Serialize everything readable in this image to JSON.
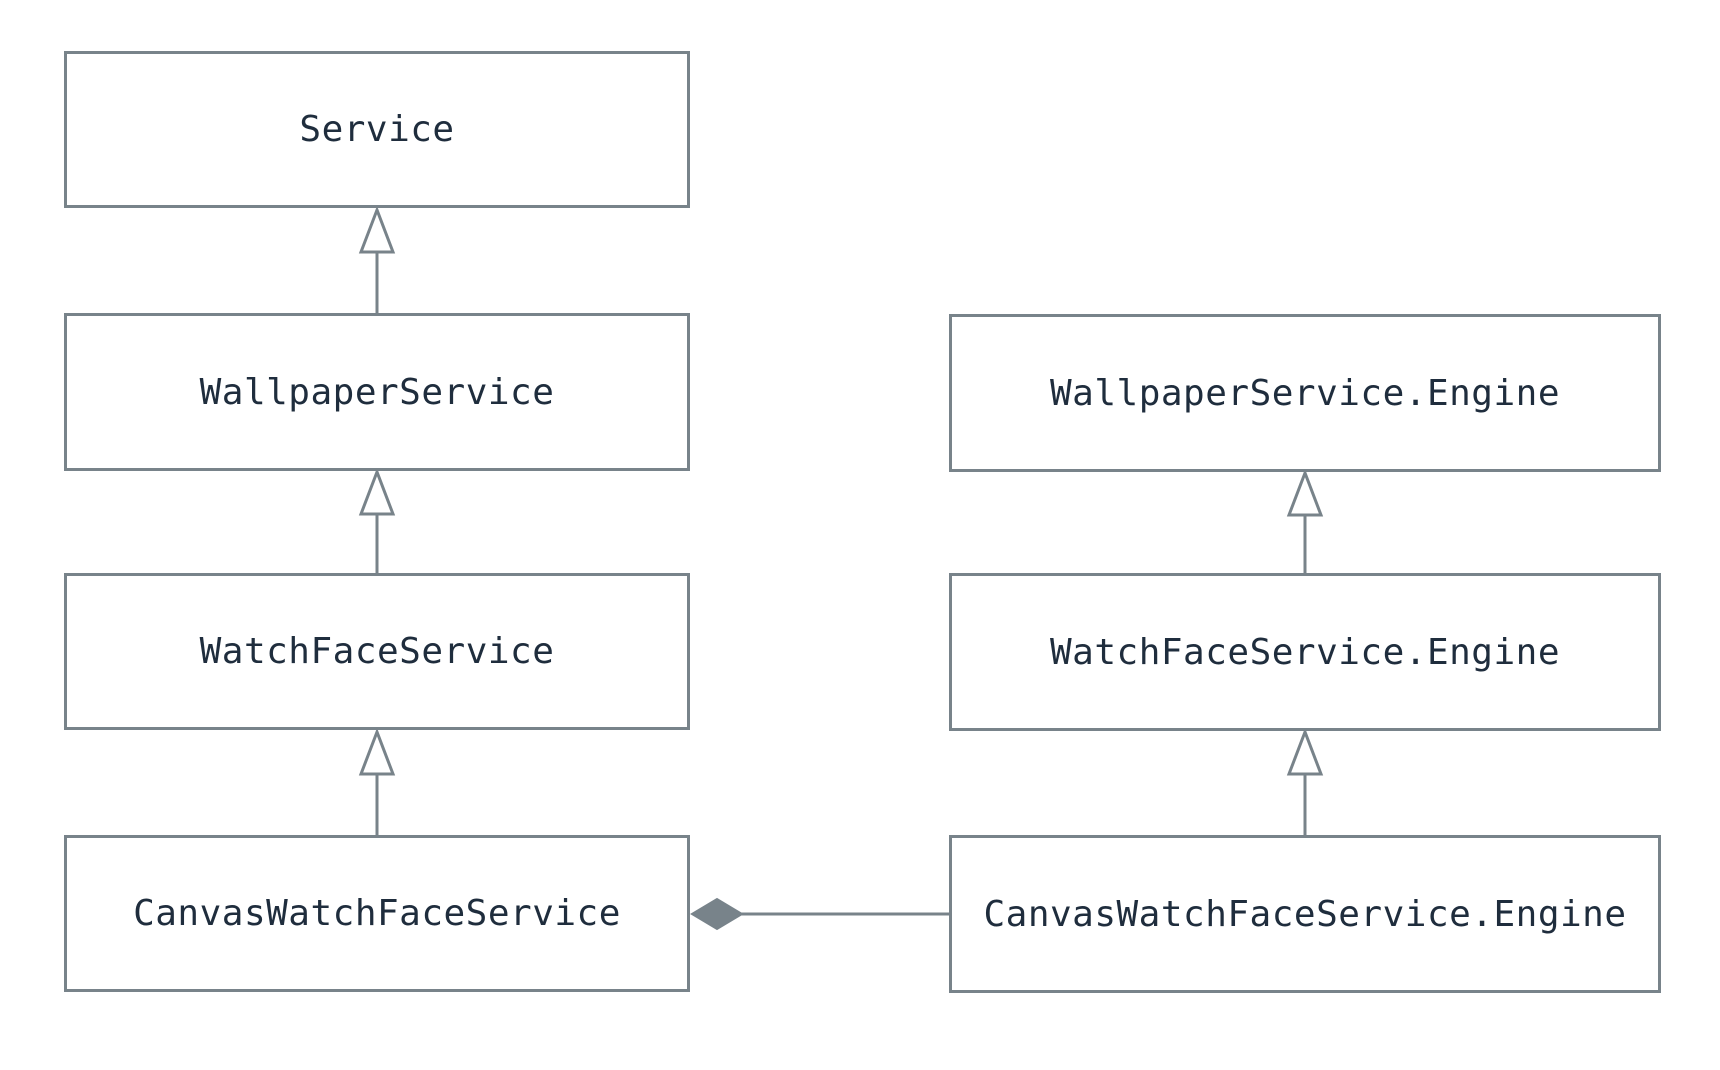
{
  "diagram": {
    "classes": {
      "service": "Service",
      "wallpaper_service": "WallpaperService",
      "watch_face_service": "WatchFaceService",
      "canvas_watch_face_service": "CanvasWatchFaceService",
      "wallpaper_service_engine": "WallpaperService.Engine",
      "watch_face_service_engine": "WatchFaceService.Engine",
      "canvas_watch_face_service_engine": "CanvasWatchFaceService.Engine"
    },
    "relations": [
      {
        "type": "inheritance",
        "from": "WallpaperService",
        "to": "Service"
      },
      {
        "type": "inheritance",
        "from": "WatchFaceService",
        "to": "WallpaperService"
      },
      {
        "type": "inheritance",
        "from": "CanvasWatchFaceService",
        "to": "WatchFaceService"
      },
      {
        "type": "inheritance",
        "from": "WatchFaceService.Engine",
        "to": "WallpaperService.Engine"
      },
      {
        "type": "inheritance",
        "from": "CanvasWatchFaceService.Engine",
        "to": "WatchFaceService.Engine"
      },
      {
        "type": "composition",
        "from": "CanvasWatchFaceService.Engine",
        "to": "CanvasWatchFaceService"
      }
    ],
    "colors": {
      "stroke": "#78838a",
      "text": "#1f2d3d",
      "background": "#ffffff"
    }
  }
}
